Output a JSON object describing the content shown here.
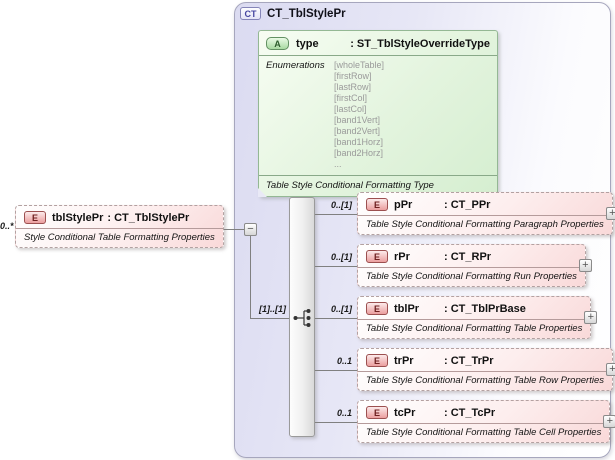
{
  "container": {
    "badge": "CT",
    "title": "CT_TblStylePr"
  },
  "root_element": {
    "badge": "E",
    "cardinality": "0..*",
    "name": "tblStylePr",
    "type": ": CT_TblStylePr",
    "annotation": "Style Conditional Table Formatting Properties",
    "collapse_glyph": "−"
  },
  "attribute": {
    "badge": "A",
    "name": "type",
    "type": ": ST_TblStyleOverrideType",
    "enumerations_label": "Enumerations",
    "enumerations": [
      "[wholeTable]",
      "[firstRow]",
      "[lastRow]",
      "[firstCol]",
      "[lastCol]",
      "[band1Vert]",
      "[band2Vert]",
      "[band1Horz]",
      "[band2Horz]",
      "..."
    ],
    "annotation": "Table Style Conditional Formatting Type"
  },
  "sequence": {
    "cardinality": "[1]..[1]"
  },
  "children": [
    {
      "badge": "E",
      "cardinality": "0..[1]",
      "name": "pPr",
      "type": ": CT_PPr",
      "annotation": "Table Style Conditional Formatting Paragraph Properties",
      "expand_glyph": "+"
    },
    {
      "badge": "E",
      "cardinality": "0..[1]",
      "name": "rPr",
      "type": ": CT_RPr",
      "annotation": "Table Style Conditional Formatting Run Properties",
      "expand_glyph": "+"
    },
    {
      "badge": "E",
      "cardinality": "0..[1]",
      "name": "tblPr",
      "type": ": CT_TblPrBase",
      "annotation": "Table Style Conditional Formatting Table Properties",
      "expand_glyph": "+"
    },
    {
      "badge": "E",
      "cardinality": "0..1",
      "name": "trPr",
      "type": ": CT_TrPr",
      "annotation": "Table Style Conditional Formatting Table Row Properties",
      "expand_glyph": "+"
    },
    {
      "badge": "E",
      "cardinality": "0..1",
      "name": "tcPr",
      "type": ": CT_TcPr",
      "annotation": "Table Style Conditional Formatting Table Cell Properties",
      "expand_glyph": "+"
    }
  ],
  "colors": {
    "container_fill": "#dbdbf1",
    "container_border": "#a6a6bd",
    "attribute_fill": "#d5eed0",
    "attribute_border": "#94b894",
    "element_fill": "#f9d9d9",
    "element_border": "#b3a1a1",
    "element_badge": "#eb9e9e",
    "attribute_badge": "#a8d9a1",
    "ct_badge_text": "#4646a0",
    "enum_text": "#9a9a9a",
    "connector": "#808080"
  }
}
